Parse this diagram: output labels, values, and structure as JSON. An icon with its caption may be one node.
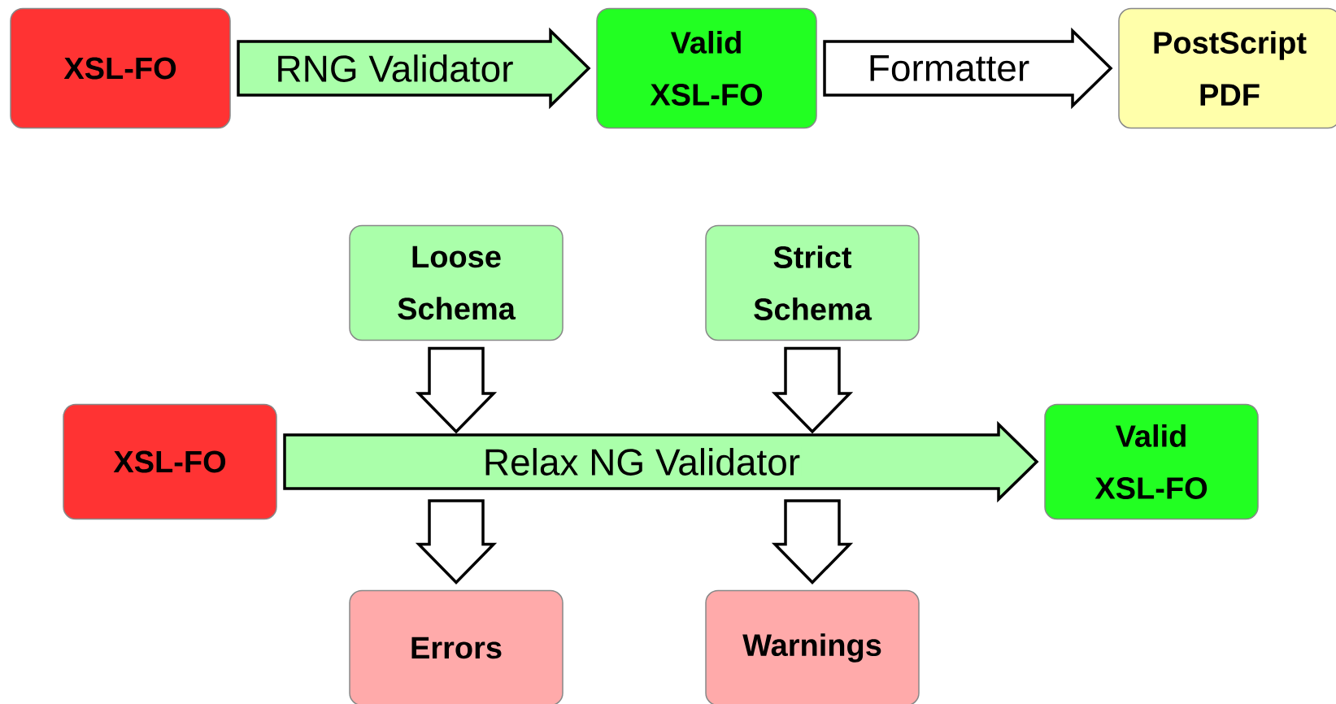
{
  "diagram": {
    "nodes": [
      {
        "text": [
          "XSL-FO"
        ]
      },
      {
        "text": [
          "Valid XSL-FO"
        ]
      },
      {
        "text": [
          "PostScript PDF"
        ]
      },
      {
        "text": [
          "Loose Schema"
        ]
      },
      {
        "text": [
          "Strict Schema"
        ]
      },
      {
        "text": [
          "XSL-FO"
        ]
      },
      {
        "text": [
          "Valid XSL-FO"
        ]
      },
      {
        "text": [
          "Errors"
        ]
      },
      {
        "text": [
          "Warnings"
        ]
      }
    ],
    "edges": [
      {
        "from": 0,
        "to": 1,
        "arrow": "to",
        "label": "RNG Validator",
        "color": "#aaffaa"
      },
      {
        "from": 1,
        "to": 2,
        "arrow": "to",
        "label": "Formatter"
      },
      {
        "from": 3,
        "to": null,
        "arrow": "to"
      },
      {
        "from": 4,
        "to": null,
        "arrow": "to"
      },
      {
        "from": 5,
        "to": 6,
        "arrow": "to",
        "label": "Relax NG Validator",
        "color": "#aaffaa"
      },
      {
        "from": null,
        "to": 7,
        "arrow": "to"
      },
      {
        "from": null,
        "to": 8,
        "arrow": "to"
      }
    ]
  }
}
